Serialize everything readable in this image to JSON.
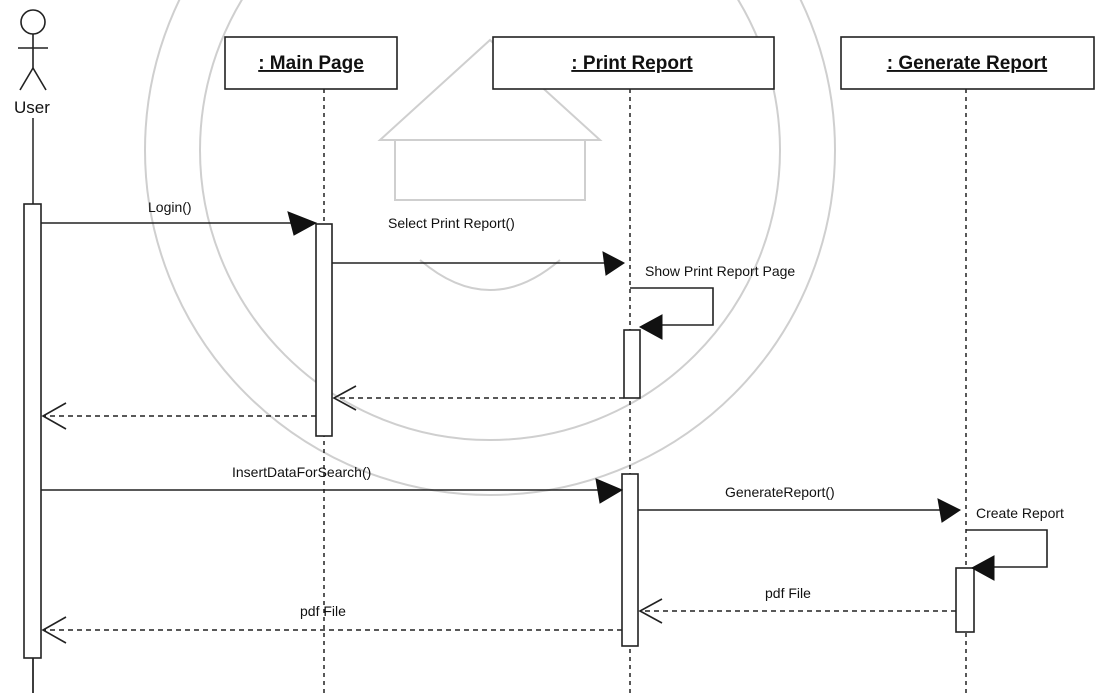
{
  "actor": {
    "name": "User"
  },
  "objects": [
    {
      "id": "main",
      "label": ": Main Page"
    },
    {
      "id": "print",
      "label": ": Print Report"
    },
    {
      "id": "gen",
      "label": ": Generate Report"
    }
  ],
  "messages": [
    {
      "label": "Login()",
      "from": "user",
      "to": "main",
      "kind": "call"
    },
    {
      "label": "Select Print Report()",
      "from": "main",
      "to": "print",
      "kind": "call"
    },
    {
      "label": "Show Print Report Page",
      "from": "print",
      "to": "print",
      "kind": "self"
    },
    {
      "label": "",
      "from": "print",
      "to": "main",
      "kind": "return"
    },
    {
      "label": "",
      "from": "main",
      "to": "user",
      "kind": "return"
    },
    {
      "label": "InsertDataForSearch()",
      "from": "user",
      "to": "print",
      "kind": "call"
    },
    {
      "label": "GenerateReport()",
      "from": "print",
      "to": "gen",
      "kind": "call"
    },
    {
      "label": "Create Report",
      "from": "gen",
      "to": "gen",
      "kind": "self"
    },
    {
      "label": "pdf File",
      "from": "gen",
      "to": "print",
      "kind": "return"
    },
    {
      "label": "pdf File",
      "from": "print",
      "to": "user",
      "kind": "return"
    }
  ]
}
